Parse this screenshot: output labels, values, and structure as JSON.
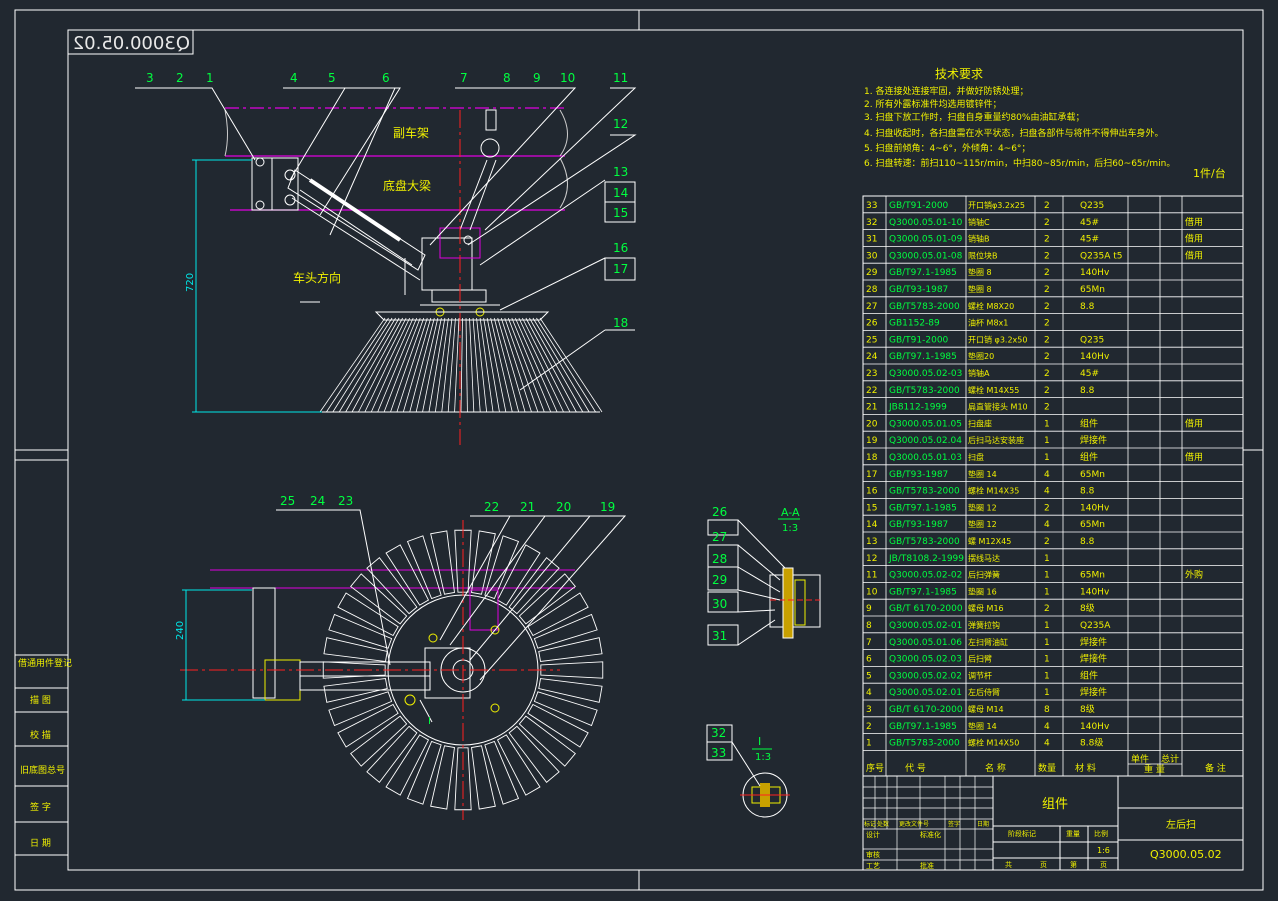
{
  "drawing_number_mirrored": "Q3000.05.02",
  "colors": {
    "background": "#212830",
    "frame": "#ffffff",
    "cyan": "#00e8e8",
    "magenta": "#e000e0",
    "red": "#ff2020",
    "yellow": "#f0f000",
    "green": "#00ff40"
  },
  "requirements": {
    "title": "技术要求",
    "lines": [
      "1. 各连接处连接牢固，并做好防锈处理；",
      "2. 所有外露标准件均选用镀锌件；",
      "3. 扫盘下放工作时，扫盘自身重量约80%由油缸承载；",
      "4. 扫盘收起时，各扫盘需在水平状态，扫盘各部件与将件不得伸出车身外。",
      "5. 扫盘前倾角：4~6°，外倾角：4~6°；",
      "6. 扫盘转速：前扫110~115r/min，中扫80~85r/min，后扫60~65r/min。"
    ],
    "quantity": "1件/台"
  },
  "top_view": {
    "labels": [
      "副车架",
      "底盘大梁",
      "车头方向"
    ],
    "dimension": "720",
    "balloons": [
      "3",
      "2",
      "1",
      "4",
      "5",
      "6",
      "7",
      "8",
      "9",
      "10",
      "11",
      "12",
      "13",
      "14",
      "15",
      "16",
      "17",
      "18"
    ]
  },
  "bottom_view": {
    "dimension": "240",
    "balloons": [
      "25",
      "24",
      "23",
      "22",
      "21",
      "20",
      "19"
    ],
    "detail_mark": "I"
  },
  "section_aa": {
    "title": "A-A",
    "scale": "1:3",
    "balloons": [
      "26",
      "27",
      "28",
      "29",
      "30",
      "31"
    ]
  },
  "detail_i": {
    "title": "I",
    "scale": "1:3",
    "balloons": [
      "32",
      "33"
    ]
  },
  "bom": [
    [
      "33",
      "GB/T91-2000",
      "开口销φ3.2x25",
      "2",
      "Q235",
      ""
    ],
    [
      "32",
      "Q3000.05.01-10",
      "销轴C",
      "2",
      "45#",
      "借用"
    ],
    [
      "31",
      "Q3000.05.01-09",
      "销轴B",
      "2",
      "45#",
      "借用"
    ],
    [
      "30",
      "Q3000.05.01-08",
      "限位块B",
      "2",
      "Q235A t5",
      "借用"
    ],
    [
      "29",
      "GB/T97.1-1985",
      "垫圈 8",
      "2",
      "140Hv",
      ""
    ],
    [
      "28",
      "GB/T93-1987",
      "垫圈 8",
      "2",
      "65Mn",
      ""
    ],
    [
      "27",
      "GB/T5783-2000",
      "螺栓 M8X20",
      "2",
      "8.8",
      ""
    ],
    [
      "26",
      "GB1152-89",
      "油杯 M8x1",
      "2",
      "",
      ""
    ],
    [
      "25",
      "GB/T91-2000",
      "开口销 φ3.2x50",
      "2",
      "Q235",
      ""
    ],
    [
      "24",
      "GB/T97.1-1985",
      "垫圈20",
      "2",
      "140Hv",
      ""
    ],
    [
      "23",
      "Q3000.05.02-03",
      "销轴A",
      "2",
      "45#",
      ""
    ],
    [
      "22",
      "GB/T5783-2000",
      "螺栓 M14X55",
      "2",
      "8.8",
      ""
    ],
    [
      "21",
      "JB8112-1999",
      "扁直管接头 M10",
      "2",
      "",
      ""
    ],
    [
      "20",
      "Q3000.05.01.05",
      "扫盘座",
      "1",
      "组件",
      "借用"
    ],
    [
      "19",
      "Q3000.05.02.04",
      "后扫马达安装座",
      "1",
      "焊接件",
      ""
    ],
    [
      "18",
      "Q3000.05.01.03",
      "扫盘",
      "1",
      "组件",
      "借用"
    ],
    [
      "17",
      "GB/T93-1987",
      "垫圈 14",
      "4",
      "65Mn",
      ""
    ],
    [
      "16",
      "GB/T5783-2000",
      "螺栓 M14X35",
      "4",
      "8.8",
      ""
    ],
    [
      "15",
      "GB/T97.1-1985",
      "垫圈 12",
      "2",
      "140Hv",
      ""
    ],
    [
      "14",
      "GB/T93-1987",
      "垫圈 12",
      "4",
      "65Mn",
      ""
    ],
    [
      "13",
      "GB/T5783-2000",
      "螺 M12X45",
      "2",
      "8.8",
      ""
    ],
    [
      "12",
      "JB/T8108.2-1999",
      "摆线马达",
      "1",
      "",
      ""
    ],
    [
      "11",
      "Q3000.05.02-02",
      "后扫弹簧",
      "1",
      "65Mn",
      "外购"
    ],
    [
      "10",
      "GB/T97.1-1985",
      "垫圈 16",
      "1",
      "140Hv",
      ""
    ],
    [
      "9",
      "GB/T 6170-2000",
      "螺母 M16",
      "2",
      "8级",
      ""
    ],
    [
      "8",
      "Q3000.05.02-01",
      "弹簧拉钩",
      "1",
      "Q235A",
      ""
    ],
    [
      "7",
      "Q3000.05.01.06",
      "左扫臂油缸",
      "1",
      "焊接件",
      ""
    ],
    [
      "6",
      "Q3000.05.02.03",
      "后扫臂",
      "1",
      "焊接件",
      ""
    ],
    [
      "5",
      "Q3000.05.02.02",
      "调节杆",
      "1",
      "组件",
      ""
    ],
    [
      "4",
      "Q3000.05.02.01",
      "左后侍臂",
      "1",
      "焊接件",
      ""
    ],
    [
      "3",
      "GB/T 6170-2000",
      "螺母 M14",
      "8",
      "8级",
      ""
    ],
    [
      "2",
      "GB/T97.1-1985",
      "垫圈 14",
      "4",
      "140Hv",
      ""
    ],
    [
      "1",
      "GB/T5783-2000",
      "螺栓 M14X50",
      "4",
      "8.8级",
      ""
    ]
  ],
  "bom_header": [
    "序号",
    "代 号",
    "名 称",
    "数量",
    "材 料",
    "单件",
    "总计",
    "重 量",
    "备 注"
  ],
  "title_block": {
    "name": "组件",
    "part_name": "左后扫",
    "drawing_no": "Q3000.05.02",
    "scale": "1:6",
    "cells": [
      "标记",
      "处数",
      "更改文件号",
      "签字",
      "日期",
      "设计",
      "标准化",
      "阶段标记",
      "重量",
      "比例",
      "审核",
      "工艺",
      "批准",
      "共",
      "页",
      "第",
      "页"
    ]
  },
  "left_strip": [
    "借通用件登记",
    "描 图",
    "校 描",
    "旧底图总号",
    "签 字",
    "日 期"
  ]
}
